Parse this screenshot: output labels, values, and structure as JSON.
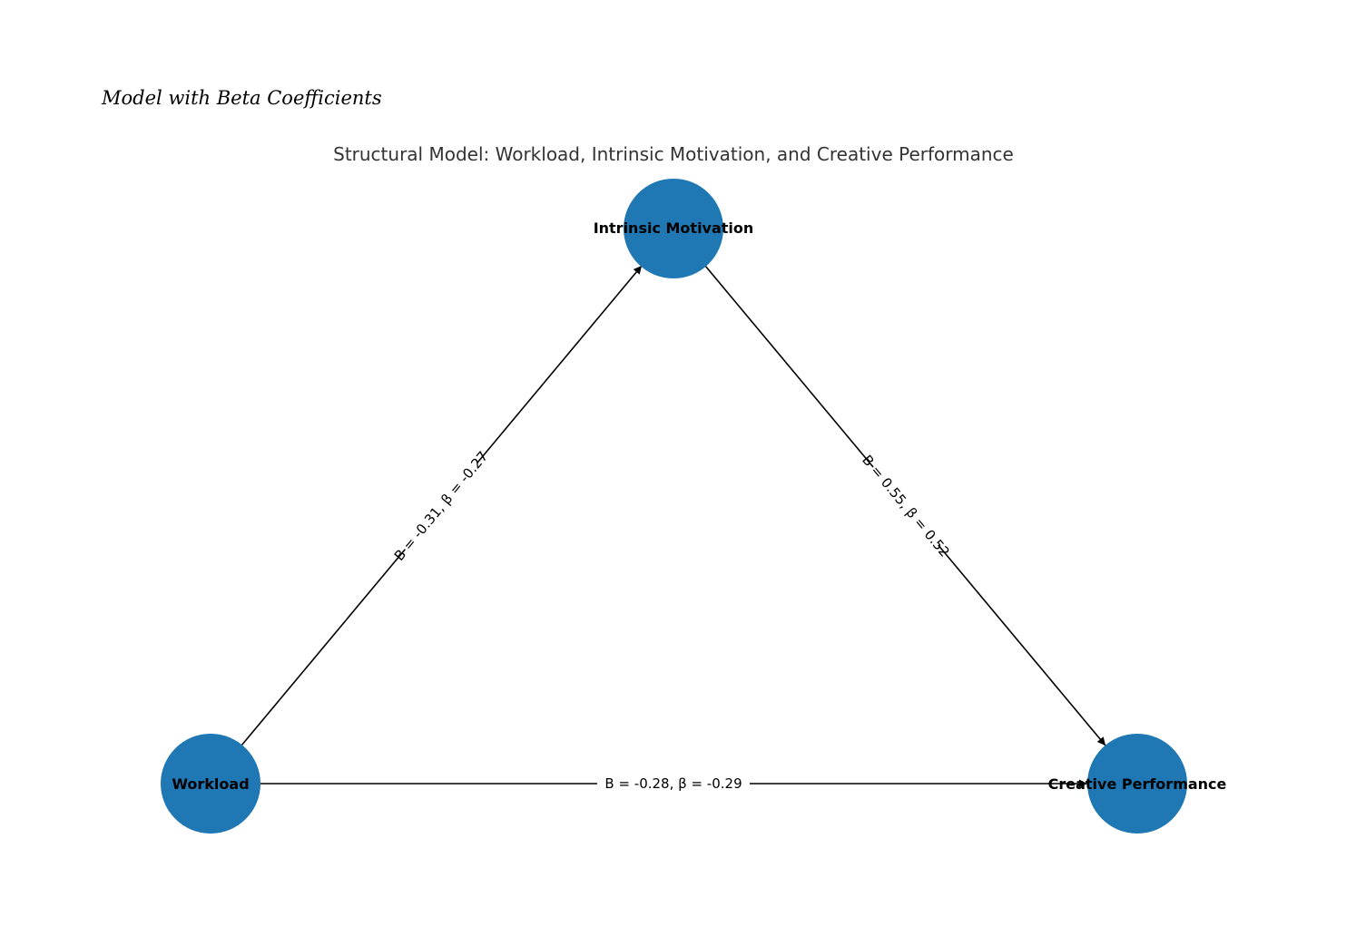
{
  "caption": "Model with Beta Coefficients",
  "diagram": {
    "title": "Structural Model: Workload, Intrinsic Motivation, and Creative Performance",
    "node_color": "#1f77b4",
    "nodes": [
      {
        "id": "workload",
        "label": "Workload"
      },
      {
        "id": "motivation",
        "label": "Intrinsic Motivation"
      },
      {
        "id": "performance",
        "label": "Creative Performance"
      }
    ],
    "edges": [
      {
        "from": "workload",
        "to": "motivation",
        "label": "B = -0.31, β = -0.27"
      },
      {
        "from": "motivation",
        "to": "performance",
        "label": "B = 0.55, β = 0.52"
      },
      {
        "from": "workload",
        "to": "performance",
        "label": "B = -0.28, β = -0.29"
      }
    ]
  }
}
